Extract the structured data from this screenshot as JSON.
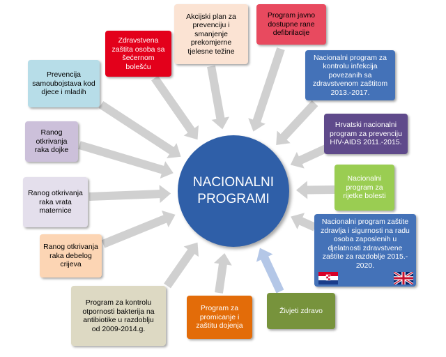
{
  "center": {
    "label": "NACIONALNI\nPROGRAMI"
  },
  "programs": [
    {
      "id": "akcijski",
      "label": "Akcijski plan za\nprevenciju i\nsmanjenje\nprekomjerne\ntjelesne težine",
      "bg": "#fbe3d3",
      "fg": "#000000"
    },
    {
      "id": "defibrilacije",
      "label": "Program javno\ndostupne rane\ndefibrilacije",
      "bg": "#e84a5f",
      "fg": "#000000"
    },
    {
      "id": "secerna",
      "label": "Zdravstvena\nzaštita osoba sa\nšećernom\nbolešću",
      "bg": "#e3001b",
      "fg": "#ffffff"
    },
    {
      "id": "infekcije",
      "label": "Nacionalni program za\nkontrolu infekcija\npovezanih sa\nzdravstvenom zaštitom\n2013.-2017.",
      "bg": "#4472b8",
      "fg": "#ffffff"
    },
    {
      "id": "samoubojstva",
      "label": "Prevencija\nsamoubojstava kod\ndjece i mladih",
      "bg": "#b7dde8",
      "fg": "#000000"
    },
    {
      "id": "hiv",
      "label": "Hrvatski nacionalni\nprogram za prevenciju\nHIV-AIDS 2011.-2015.",
      "bg": "#5f4a8b",
      "fg": "#ffffff"
    },
    {
      "id": "dojka",
      "label": "Ranog\notkrivanja\nraka dojke",
      "bg": "#ccc0da",
      "fg": "#000000"
    },
    {
      "id": "rijetke",
      "label": "Nacionalni\nprogram za\nrijetke bolesti",
      "bg": "#9acd52",
      "fg": "#ffffff"
    },
    {
      "id": "maternica",
      "label": "Ranog otkrivanja\nraka vrata\nmaternice",
      "bg": "#e4dfec",
      "fg": "#000000"
    },
    {
      "id": "radna",
      "label": "Nacionalni program zaštite\nzdravlja i sigurnosti na radu\nosoba zaposlenih u\ndjelatnosti zdravstvene\nzaštite za razdoblje 2015.-\n2020.",
      "bg": "#4472b8",
      "fg": "#ffffff"
    },
    {
      "id": "crijevo",
      "label": "Ranog otkrivanja\nraka debelog\ncrijeva",
      "bg": "#fcd5b4",
      "fg": "#000000"
    },
    {
      "id": "antibiotici",
      "label": "Program za kontrolu\notpornosti bakterija na\nantibiotike u razdoblju\nod 2009-2014.g.",
      "bg": "#ddd9c3",
      "fg": "#000000"
    },
    {
      "id": "dojenje",
      "label": "Program za\npromicanje i\nzaštitu dojenja",
      "bg": "#e36c09",
      "fg": "#ffffff"
    },
    {
      "id": "zdravo",
      "label": "Živjeti zdravo",
      "bg": "#77933c",
      "fg": "#ffffff"
    }
  ],
  "colors": {
    "center": "#2f5fa8",
    "arrow": "#d0d0d0",
    "arrow_highlight": "#b4c7e7"
  },
  "flags": {
    "croatia": "croatia-flag-icon",
    "uk": "uk-flag-icon"
  }
}
